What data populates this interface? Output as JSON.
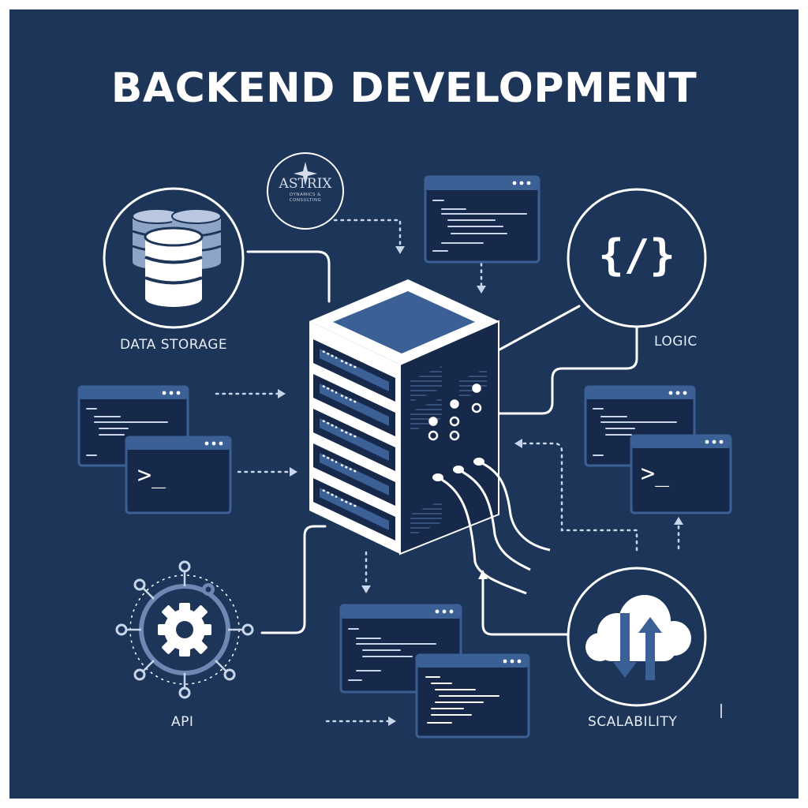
{
  "title": "BACKEND DEVELOPMENT",
  "logo": {
    "name": "ASTRIX",
    "tagline_1": "DYNAMICS &",
    "tagline_2": "CONSULTING"
  },
  "nodes": {
    "data_storage": "DATA STORAGE",
    "logic": "LOGIC",
    "api": "API",
    "scalability": "SCALABILITY"
  },
  "terminal_prompt": ">_",
  "code_symbol": "{/}",
  "colors": {
    "background": "#1d3558",
    "panel": "#17294a",
    "accent": "#3b6096",
    "line": "#ffffff"
  }
}
